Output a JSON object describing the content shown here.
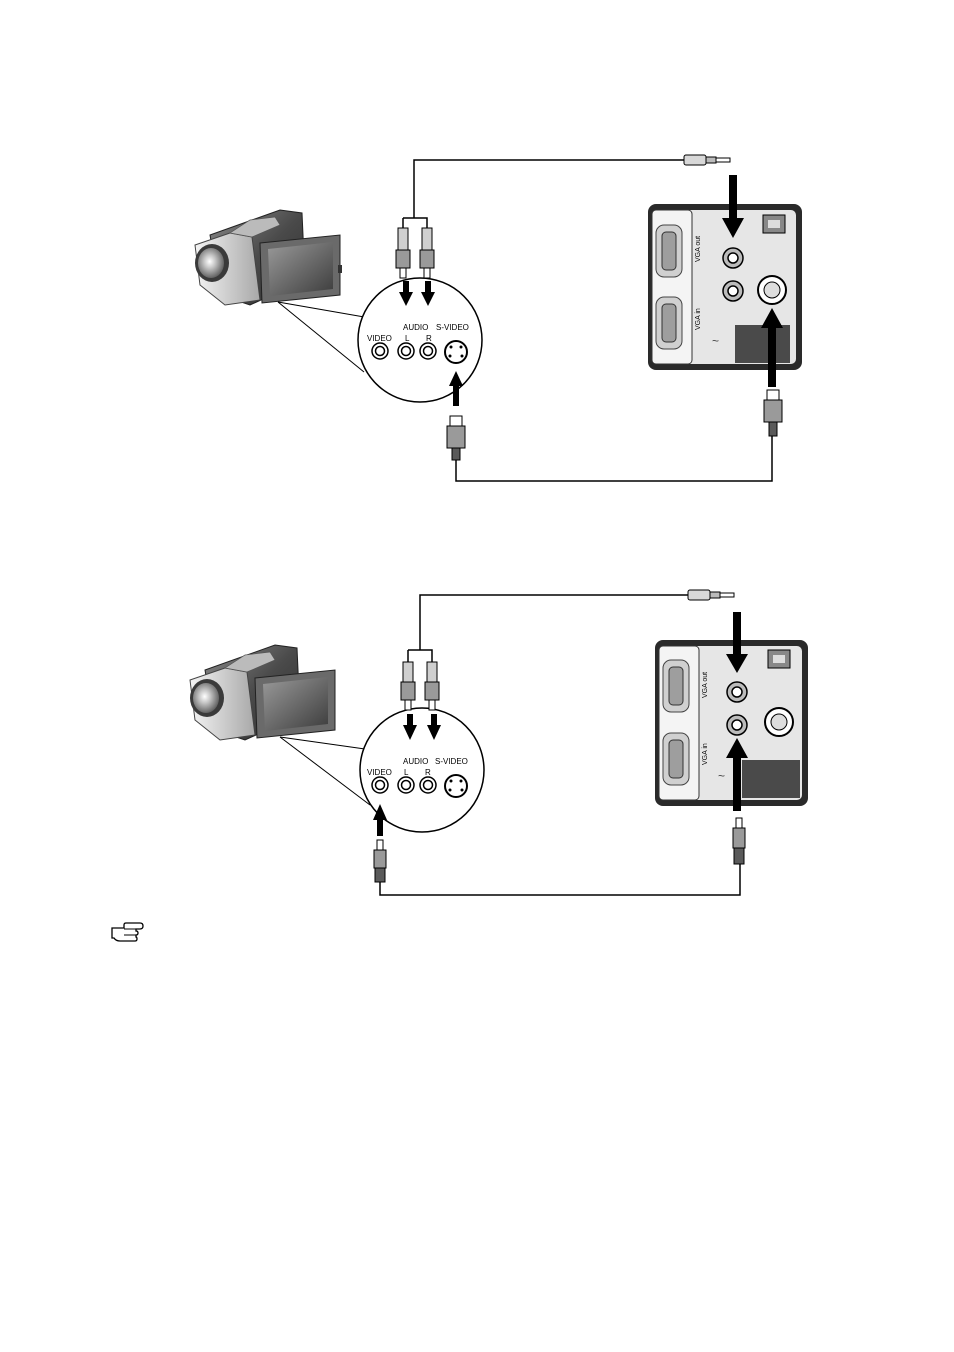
{
  "diagrams": [
    {
      "camera_jacks": {
        "video_label": "VIDEO",
        "audio_label": "AUDIO",
        "left_label": "L",
        "right_label": "R",
        "svideo_label": "S-VIDEO"
      },
      "panel": {
        "vga_out_label": "VGA out",
        "vga_in_label": "VGA in"
      },
      "connection": "S-Video"
    },
    {
      "camera_jacks": {
        "video_label": "VIDEO",
        "audio_label": "AUDIO",
        "left_label": "L",
        "right_label": "R",
        "svideo_label": "S-VIDEO"
      },
      "panel": {
        "vga_out_label": "VGA out",
        "vga_in_label": "VGA in"
      },
      "connection": "Video"
    }
  ],
  "note": {
    "icon": "pointing-hand-icon"
  },
  "colors": {
    "line": "#000000",
    "panel_bg": "#e6e6e6",
    "camera_dark": "#5a5a5a",
    "camera_light": "#bdbdbd"
  }
}
